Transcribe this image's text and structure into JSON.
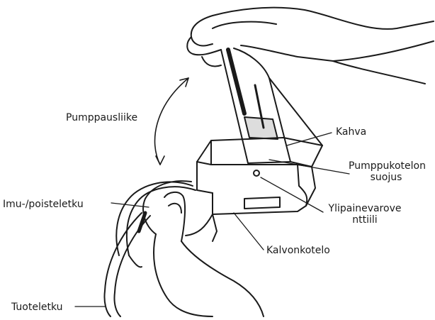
{
  "labels": {
    "pumping_motion": "Pumppausliike",
    "handle": "Kahva",
    "cover_line1": "Pumppukotelon",
    "cover_line2": "suojus",
    "suction_hose": "Imu-/poisteletku",
    "relief_valve_line1": "Ylipainevarove",
    "relief_valve_line2": "nttiili",
    "diaphragm_housing": "Kalvonkotelo",
    "product_hose": "Tuoteletku"
  },
  "colors": {
    "ink": "#1a1a1a",
    "paper": "#ffffff"
  }
}
